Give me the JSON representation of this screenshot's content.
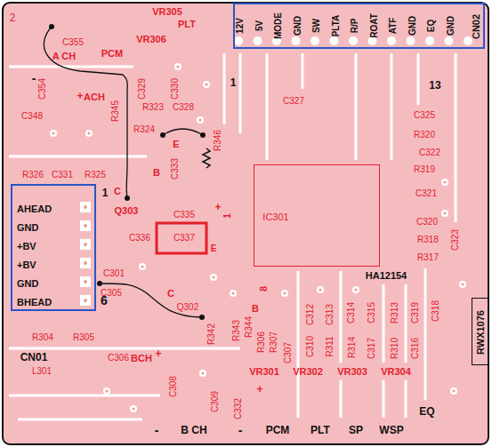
{
  "diagram": {
    "nodes": [
      {
        "text": [
          "12V",
          "5V",
          "MODE",
          "GND",
          "SW",
          "PLTA",
          "R/P",
          "ROAT",
          "ATF",
          "GND",
          "EQ",
          "GND",
          "CN02"
        ]
      },
      {
        "text": [
          "AHEAD",
          "GND",
          "+BV",
          "+BV",
          "GND",
          "BHEAD"
        ]
      },
      {
        "text": [
          "IC301",
          "HA12154"
        ]
      },
      {
        "text": [
          "RWX1076"
        ]
      }
    ],
    "labels": [
      "2",
      "C355",
      "VR305",
      "PLT",
      "PCM",
      "VR306",
      "A CH",
      "C329",
      "C330",
      "1",
      "13",
      "-",
      "C354",
      "+",
      "ACH",
      "R345",
      "R323",
      "C328",
      "C327",
      "C325",
      "C348",
      "R324",
      "E",
      "R346",
      "R320",
      "C322",
      "R326",
      "C331",
      "R325",
      "C",
      "B",
      "C333",
      "R319",
      "1",
      "Q303",
      "C321",
      "C335",
      "+",
      "1",
      "C320",
      "C336",
      "C337",
      "E",
      "R318",
      "C323",
      "R317",
      "C301",
      "C305",
      "C",
      "Q302",
      "8",
      "B",
      "6",
      "R342",
      "R343",
      "R344",
      "C312",
      "C313",
      "C314",
      "C315",
      "R313",
      "C319",
      "C318",
      "R304",
      "R305",
      "C306",
      "BCH",
      "+",
      "CN01",
      "L301",
      "C308",
      "C309",
      "R306",
      "R307",
      "C307",
      "C310",
      "R311",
      "R314",
      "C317",
      "R310",
      "C316",
      "+",
      "VR301",
      "VR302",
      "VR303",
      "VR304",
      "C332",
      "-",
      "B CH",
      "-",
      "PCM",
      "PLT",
      "SP",
      "WSP",
      "EQ"
    ]
  }
}
